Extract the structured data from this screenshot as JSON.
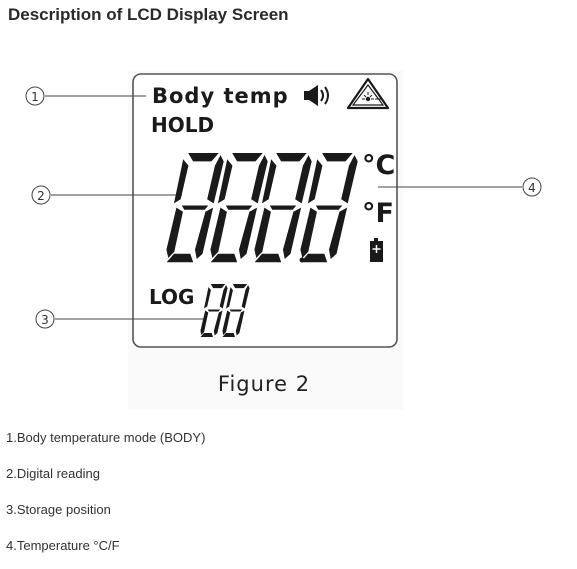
{
  "page_title": "Description of LCD Display Screen",
  "figure": {
    "caption": "Figure 2",
    "callout_numbers": [
      "①",
      "②",
      "③",
      "④"
    ],
    "lcd": {
      "mode_label": "Body temp",
      "hold_label": "HOLD",
      "main_digits": "8888",
      "unit_celsius": "°C",
      "unit_fahrenheit": "°F",
      "log_label": "LOG",
      "log_digits": "88",
      "icons": [
        "speaker-icon",
        "laser-warning-icon",
        "battery-icon"
      ]
    }
  },
  "descriptions": [
    "1.Body temperature mode (BODY)",
    "2.Digital reading",
    "3.Storage position",
    "4.Temperature °C/F"
  ]
}
